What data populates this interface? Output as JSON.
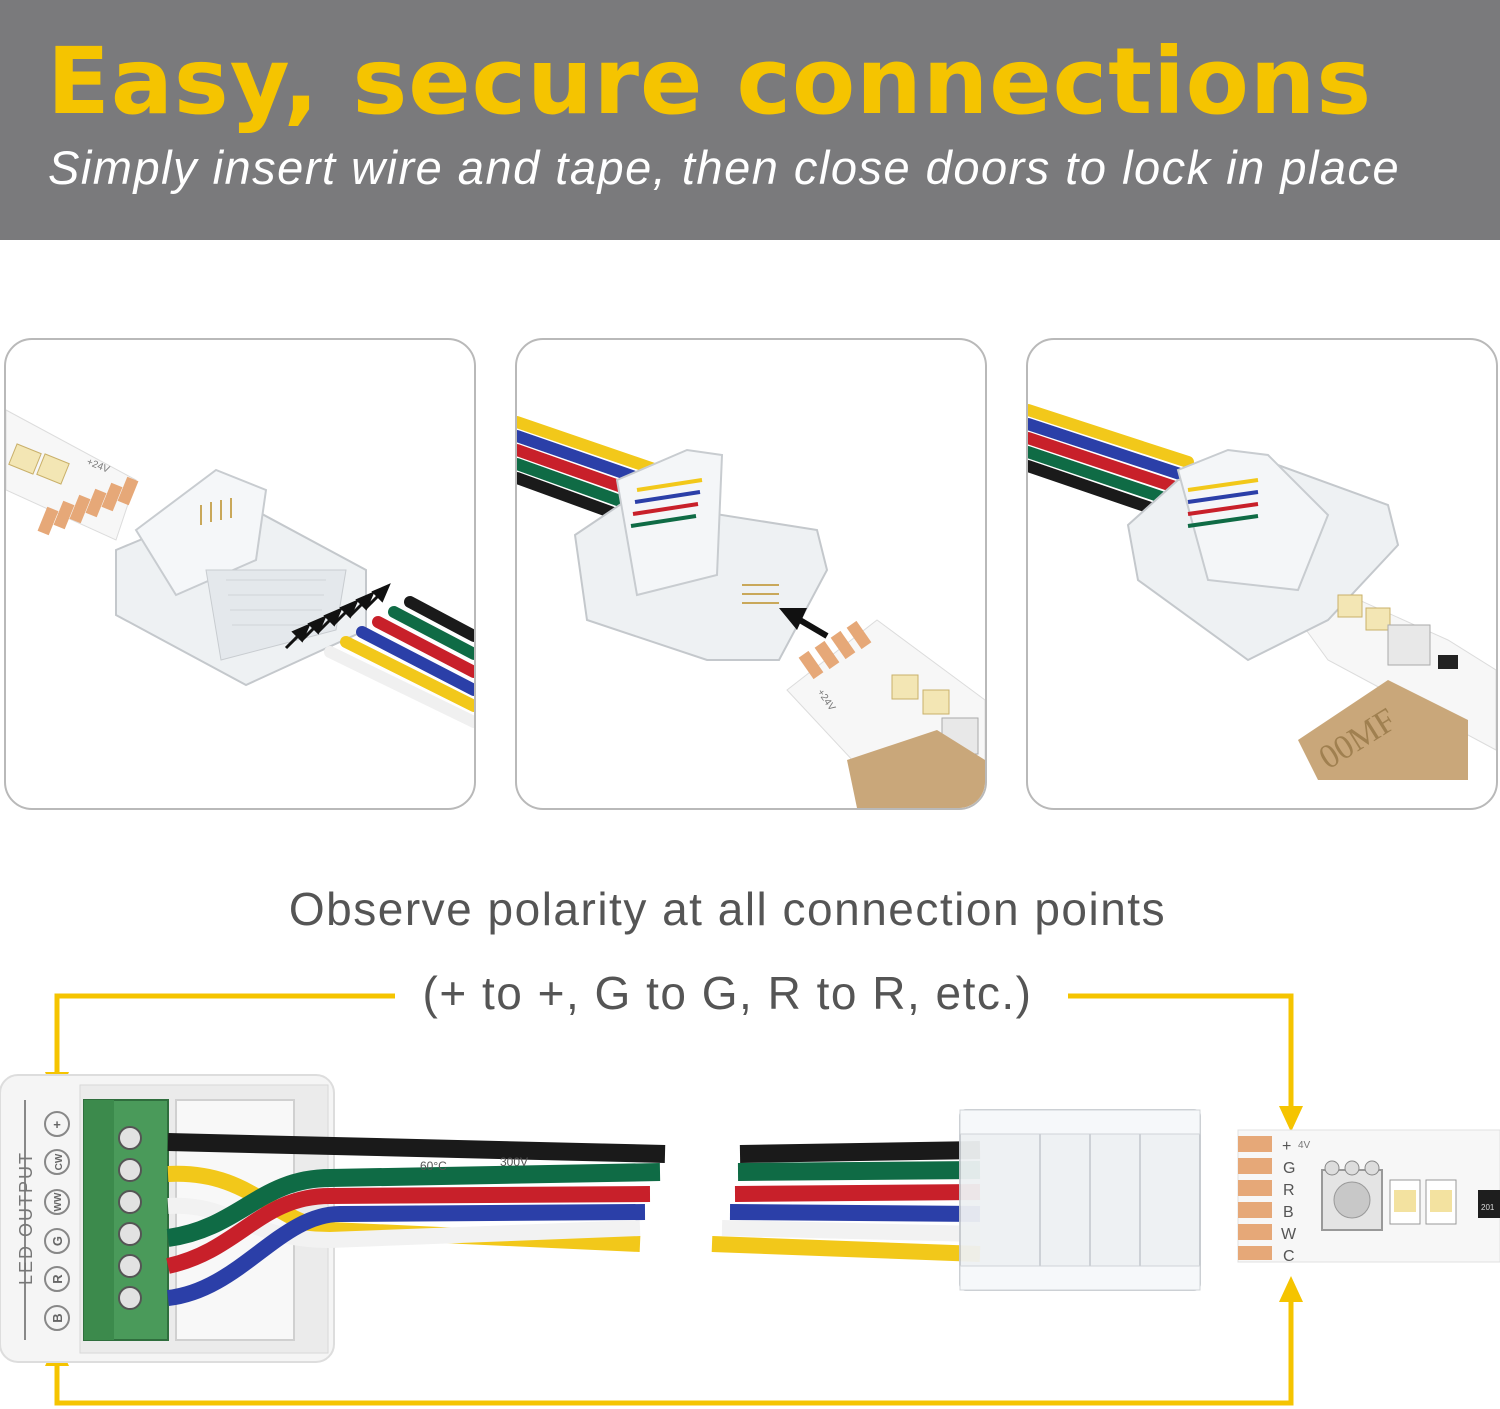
{
  "header": {
    "title": "Easy, secure connections",
    "subtitle": "Simply insert wire and tape, then close doors to lock in place"
  },
  "steps": [
    {
      "pad_label": "+24V"
    },
    {
      "pad_label": "+24V"
    },
    {
      "tape_backing_text": "00MF"
    }
  ],
  "polarity_note": {
    "line1": "Observe polarity at all connection points",
    "line2": "(+ to +, G to G, R to R, etc.)"
  },
  "controller": {
    "label": "LED OUTPUT",
    "terminals": [
      "+",
      "CW",
      "WW",
      "G",
      "R",
      "B"
    ]
  },
  "wire_markings": [
    "60°C",
    "300V"
  ],
  "strip": {
    "channels": [
      "+",
      "G",
      "R",
      "B",
      "W",
      "C"
    ],
    "voltage_mark": "4V",
    "resistor_code": "201"
  },
  "colors": {
    "banner": "#7a7a7c",
    "title": "#f5c400",
    "arrow": "#f5c400",
    "wire_black": "#1a1a1a",
    "wire_green": "#0f6b45",
    "wire_red": "#c8202a",
    "wire_blue": "#2b3fa8",
    "wire_white": "#f4f4f4",
    "wire_yellow": "#f2c81a",
    "pad_copper": "#e6a878"
  }
}
